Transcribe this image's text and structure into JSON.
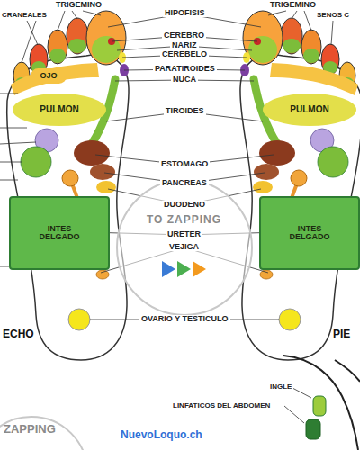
{
  "diagram": {
    "nodes": [
      {
        "text": [
          "OJO"
        ]
      },
      {
        "text": [
          "PULMON"
        ]
      },
      {
        "text": [
          "PULMON"
        ]
      },
      {
        "text": [
          "INTES DELGADO"
        ]
      },
      {
        "text": [
          "INTES DELGADO"
        ]
      }
    ],
    "labels": [
      "TRIGEMINO",
      "HIPOFISIS",
      "TRIGEMINO",
      "CRANEALES",
      "SENOS C",
      "CEREBRO",
      "NARIZ",
      "CEREBELO",
      "PARATIROIDES",
      "NUCA",
      "TIROIDES",
      "ESTOMAGO",
      "PANCREAS",
      "DUODENO",
      "TO ZAPPING",
      "URETER",
      "VEJIGA",
      "OVARIO Y TESTICULO",
      "ECHO",
      "PIE",
      "INGLE",
      "LINFATICOS DEL ABDOMEN",
      "ZAPPING",
      "NuevoLoquo.ch"
    ]
  }
}
